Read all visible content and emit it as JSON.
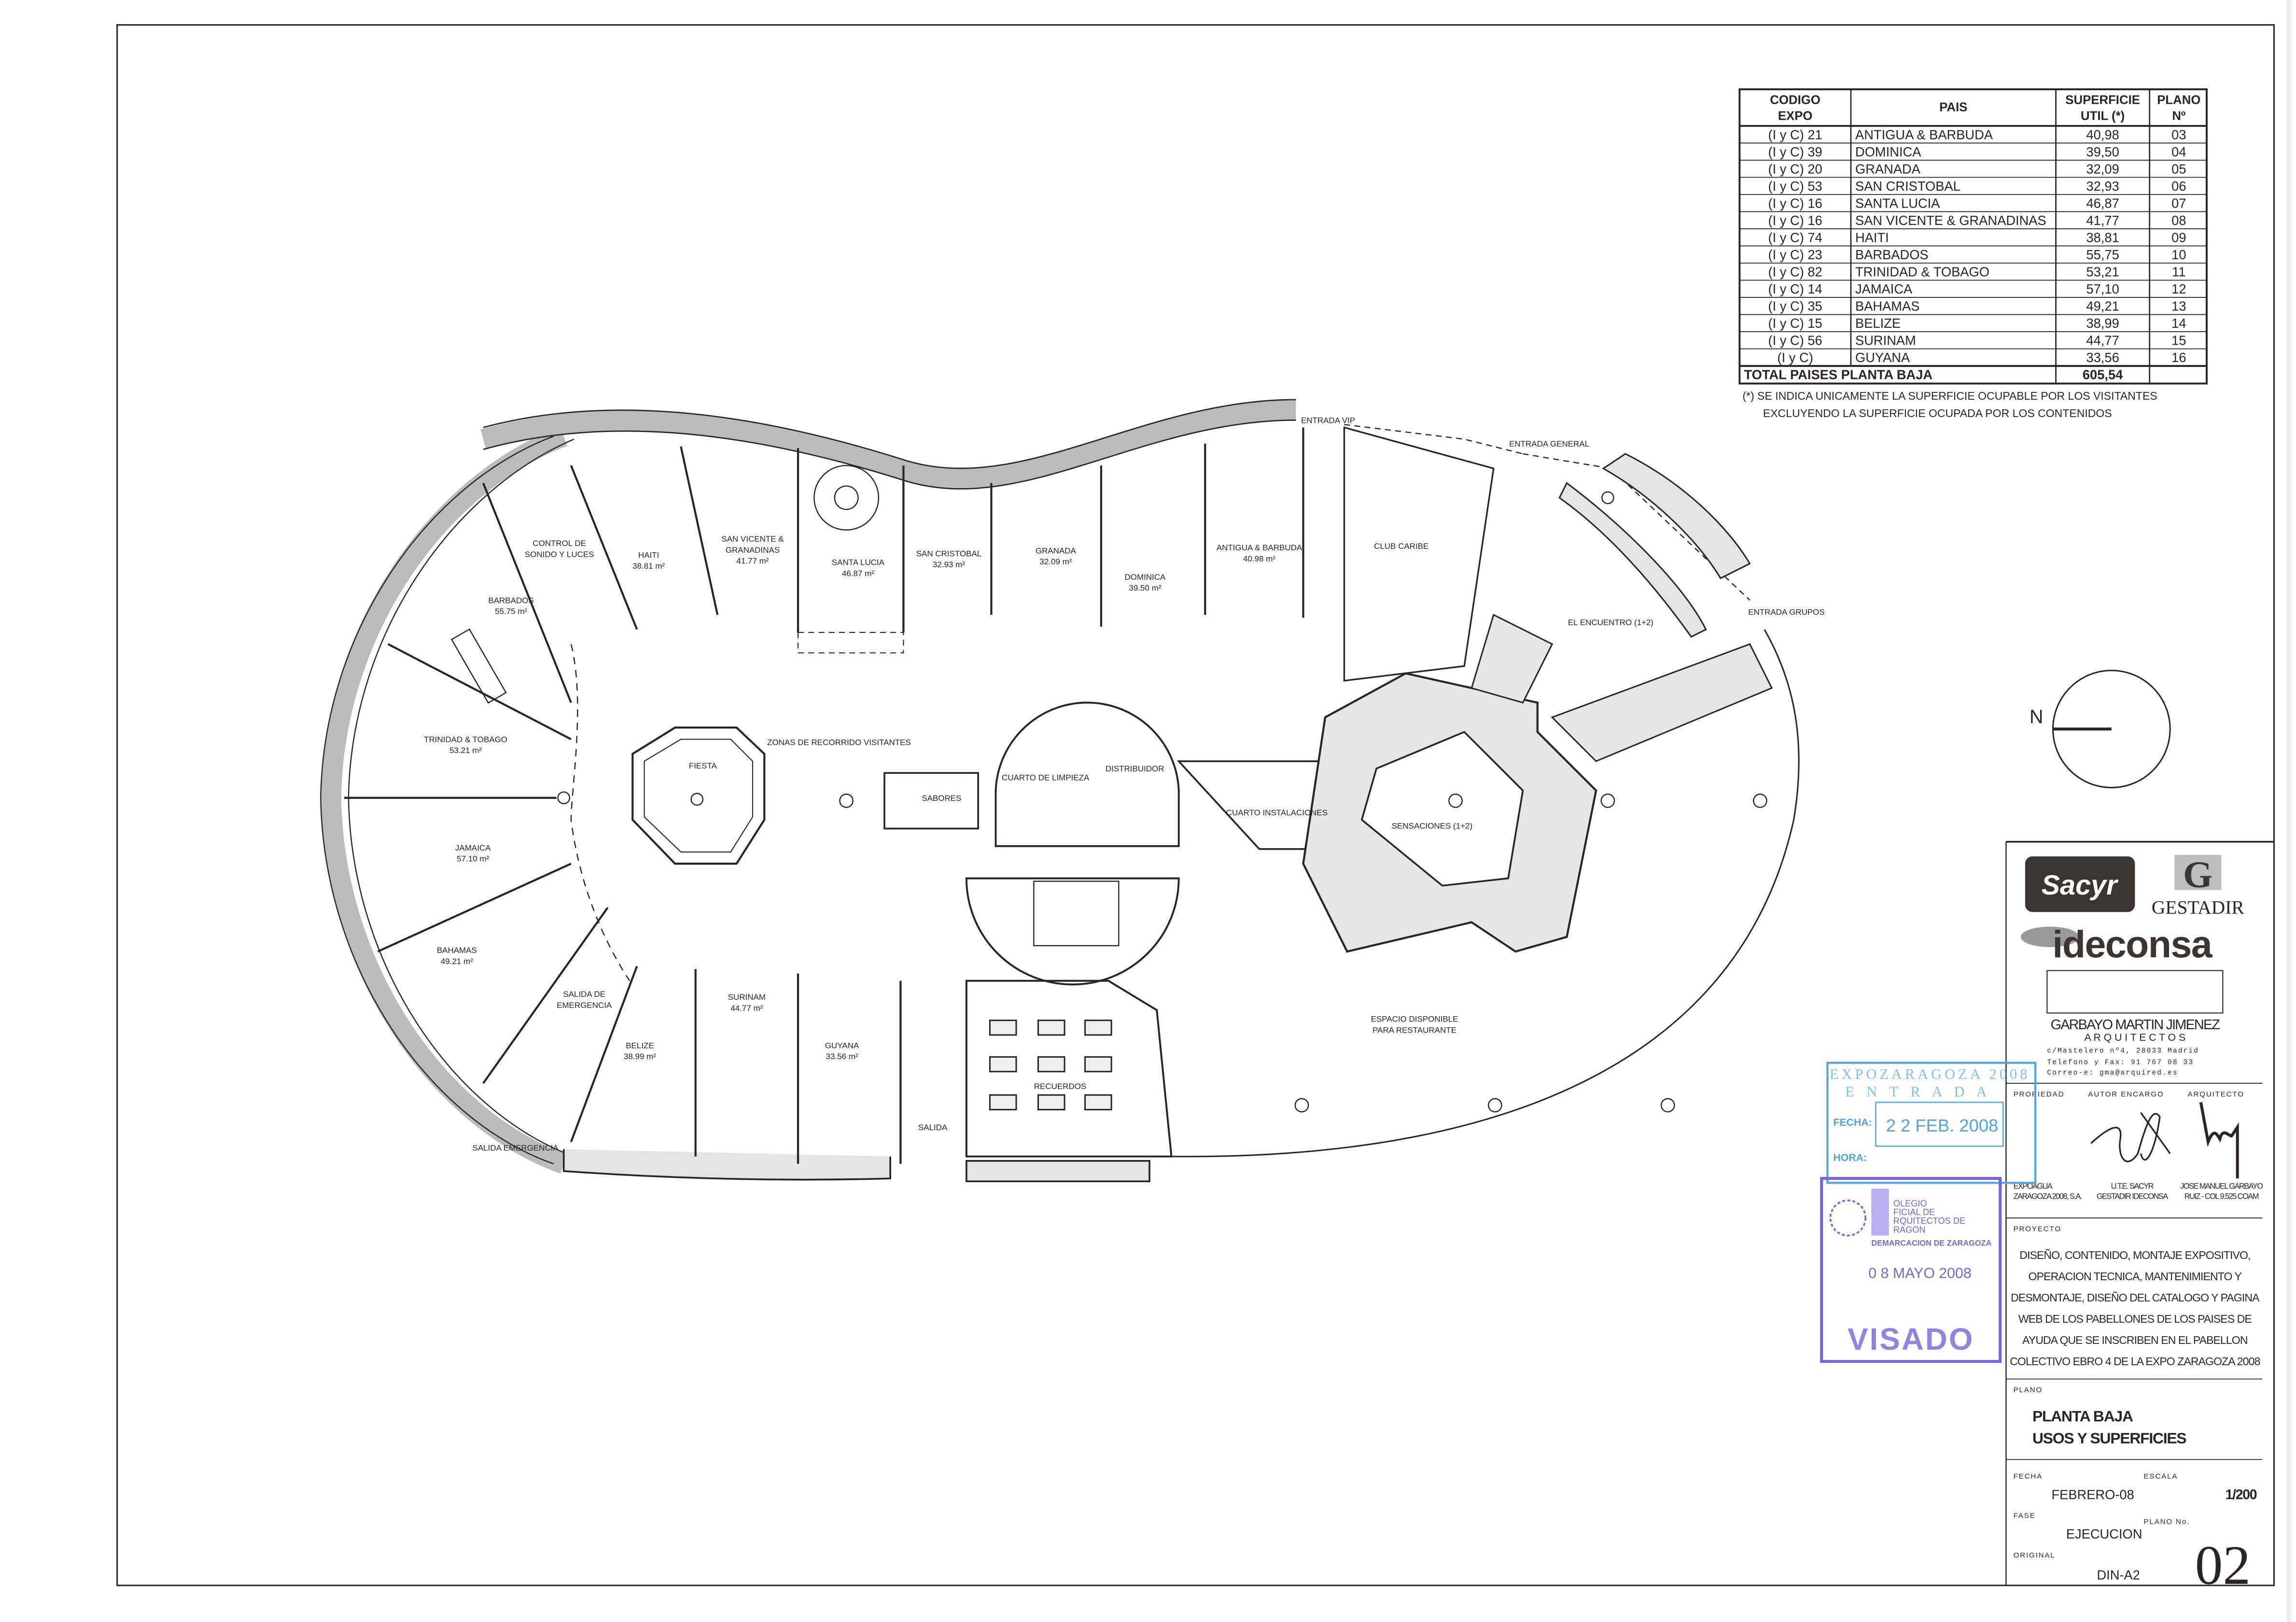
{
  "surface_table": {
    "headers": {
      "codigo": "CODIGO EXPO",
      "pais": "PAIS",
      "superficie": "SUPERFICIE UTIL (*)",
      "plano": "PLANO Nº"
    },
    "header_lines": {
      "codigo_1": "CODIGO",
      "codigo_2": "EXPO",
      "superficie_1": "SUPERFICIE",
      "superficie_2": "UTIL (*)",
      "plano_1": "PLANO",
      "plano_2": "Nº"
    },
    "rows": [
      {
        "codigo": "(I y C) 21",
        "pais": "ANTIGUA & BARBUDA",
        "superficie": "40,98",
        "plano": "03"
      },
      {
        "codigo": "(I y C) 39",
        "pais": "DOMINICA",
        "superficie": "39,50",
        "plano": "04"
      },
      {
        "codigo": "(I y C) 20",
        "pais": "GRANADA",
        "superficie": "32,09",
        "plano": "05"
      },
      {
        "codigo": "(I y C) 53",
        "pais": "SAN CRISTOBAL",
        "superficie": "32,93",
        "plano": "06"
      },
      {
        "codigo": "(I y C) 16",
        "pais": "SANTA LUCIA",
        "superficie": "46,87",
        "plano": "07"
      },
      {
        "codigo": "(I y C) 16",
        "pais": "SAN VICENTE & GRANADINAS",
        "superficie": "41,77",
        "plano": "08"
      },
      {
        "codigo": "(I y C) 74",
        "pais": "HAITI",
        "superficie": "38,81",
        "plano": "09"
      },
      {
        "codigo": "(I y C) 23",
        "pais": "BARBADOS",
        "superficie": "55,75",
        "plano": "10"
      },
      {
        "codigo": "(I y C) 82",
        "pais": "TRINIDAD & TOBAGO",
        "superficie": "53,21",
        "plano": "11"
      },
      {
        "codigo": "(I y C) 14",
        "pais": "JAMAICA",
        "superficie": "57,10",
        "plano": "12"
      },
      {
        "codigo": "(I y C) 35",
        "pais": "BAHAMAS",
        "superficie": "49,21",
        "plano": "13"
      },
      {
        "codigo": "(I y C) 15",
        "pais": "BELIZE",
        "superficie": "38,99",
        "plano": "14"
      },
      {
        "codigo": "(I y C) 56",
        "pais": "SURINAM",
        "superficie": "44,77",
        "plano": "15"
      },
      {
        "codigo": "(I y C)",
        "pais": "GUYANA",
        "superficie": "33,56",
        "plano": "16"
      }
    ],
    "total_label": "TOTAL PAISES PLANTA BAJA",
    "total_value": "605,54",
    "note_1": "(*) SE INDICA UNICAMENTE LA SUPERFICIE OCUPABLE POR LOS VISITANTES",
    "note_2": "EXCLUYENDO LA SUPERFICIE OCUPADA POR  LOS CONTENIDOS"
  },
  "plan": {
    "labels": [
      {
        "lines": [
          "CONTROL DE",
          "SONIDO Y LUCES"
        ]
      },
      {
        "lines": [
          "HAITI",
          "38.81 m²"
        ]
      },
      {
        "lines": [
          "SAN VICENTE &",
          "GRANADINAS",
          "41.77 m²"
        ]
      },
      {
        "lines": [
          "SANTA LUCIA",
          "46.87 m²"
        ]
      },
      {
        "lines": [
          "SAN CRISTOBAL",
          "32.93 m²"
        ]
      },
      {
        "lines": [
          "GRANADA",
          "32.09 m²"
        ]
      },
      {
        "lines": [
          "DOMINICA",
          "39.50 m²"
        ]
      },
      {
        "lines": [
          "ANTIGUA & BARBUDA",
          "40.98 m²"
        ]
      },
      {
        "lines": [
          "BARBADOS",
          "55.75 m²"
        ]
      },
      {
        "lines": [
          "TRINIDAD & TOBAGO",
          "53.21 m²"
        ]
      },
      {
        "lines": [
          "JAMAICA",
          "57.10 m²"
        ]
      },
      {
        "lines": [
          "BAHAMAS",
          "49.21 m²"
        ]
      },
      {
        "lines": [
          "SALIDA DE",
          "EMERGENCIA"
        ]
      },
      {
        "lines": [
          "BELIZE",
          "38.99 m²"
        ]
      },
      {
        "lines": [
          "SURINAM",
          "44.77 m²"
        ]
      },
      {
        "lines": [
          "GUYANA",
          "33.56 m²"
        ]
      },
      {
        "lines": [
          "SALIDA"
        ]
      },
      {
        "lines": [
          "SALIDA EMERGENCIA"
        ]
      },
      {
        "lines": [
          "RECUERDOS"
        ]
      },
      {
        "lines": [
          "ESPACIO DISPONIBLE",
          "PARA RESTAURANTE"
        ]
      },
      {
        "lines": [
          "ZONAS DE RECORRIDO VISITANTES"
        ]
      },
      {
        "lines": [
          "FIESTA"
        ]
      },
      {
        "lines": [
          "SABORES"
        ]
      },
      {
        "lines": [
          "CUARTO DE LIMPIEZA"
        ]
      },
      {
        "lines": [
          "DISTRIBUIDOR"
        ]
      },
      {
        "lines": [
          "CUARTO INSTALACIONES"
        ]
      },
      {
        "lines": [
          "SENSACIONES (1+2)"
        ]
      },
      {
        "lines": [
          "CLUB CARIBE"
        ]
      },
      {
        "lines": [
          "ENTRADA VIP"
        ]
      },
      {
        "lines": [
          "ENTRADA GENERAL"
        ]
      },
      {
        "lines": [
          "EL ENCUENTRO (1+2)"
        ]
      },
      {
        "lines": [
          "ENTRADA GRUPOS"
        ]
      }
    ],
    "north_label": "N"
  },
  "logos": {
    "sacyr": "Sacyr",
    "gestadir_mark": "G",
    "gestadir": "GESTADIR",
    "ideconsa": "ideconsa",
    "architects_name": "GARBAYO MARTIN JIMENEZ",
    "architects_sub": "A R Q U I T E C T O S",
    "address": "c/Mastelero nº4, 28033 Madrid",
    "phone": "Telefono y Fax: 91 767 08 33",
    "email": "Correo-e: gma@arquired.es"
  },
  "title_block": {
    "propiedad_label": "PROPIEDAD",
    "autor_label": "AUTOR ENCARGO",
    "arquitecto_label": "ARQUITECTO",
    "propiedad_1": "EXPOAGUA",
    "propiedad_2": "ZARAGOZA 2008, S.A.",
    "autor_1": "U.T.E. SACYR",
    "autor_2": "GESTADIR IDECONSA",
    "arquitecto_1": "JOSE MANUEL GARBAYO",
    "arquitecto_2": "RUIZ - COL 9.525 COAM",
    "proyecto_label": "PROYECTO",
    "proyecto_lines": [
      "DISEÑO, CONTENIDO, MONTAJE EXPOSITIVO,",
      "OPERACION TECNICA,  MANTENIMIENTO  Y",
      "DESMONTAJE, DISEÑO DEL CATALOGO Y PAGINA",
      "WEB DE LOS PABELLONES DE LOS  PAISES  DE",
      "AYUDA QUE SE INSCRIBEN EN EL PABELLON",
      "COLECTIVO EBRO 4  DE LA EXPO ZARAGOZA 2008"
    ],
    "plano_label": "PLANO",
    "plano_title_1": "PLANTA BAJA",
    "plano_title_2": "USOS Y SUPERFICIES",
    "fecha_label": "FECHA",
    "fecha": "FEBRERO-08",
    "escala_label": "ESCALA",
    "escala": "1/200",
    "fase_label": "FASE",
    "fase": "EJECUCION",
    "plano_no_label": "PLANO  No.",
    "plano_no": "02",
    "original_label": "ORIGINAL",
    "original": "DIN-A2"
  },
  "stamps": {
    "entrada": {
      "line_1": "EXPOZARAGOZA 2008",
      "line_2": "E N T R A D A",
      "fecha_label": "FECHA:",
      "fecha": "2 2  FEB. 2008",
      "hora_label": "HORA:"
    },
    "visado": {
      "colegio_1": "OLEGIO",
      "colegio_2": "FICIAL DE",
      "colegio_3": "RQUITECTOS DE",
      "colegio_4": "RAGON",
      "demarcacion": "DEMARCACION DE ZARAGOZA",
      "fecha": "0 8  MAYO  2008",
      "visado": "VISADO"
    }
  },
  "colors": {
    "ink": "#2a2524",
    "stamp_blue": "#4fa3e6",
    "stamp_purple": "#7a63d8"
  }
}
